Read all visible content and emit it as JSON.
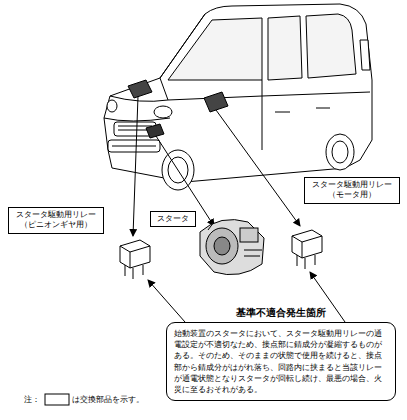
{
  "diagram": {
    "nodes": [
      {
        "text": [
          "スタータ駆動用リレー（ピニオンギヤ用）"
        ]
      },
      {
        "text": [
          "スタータ"
        ]
      },
      {
        "text": [
          "スタータ駆動用リレー（モータ用）"
        ]
      },
      {
        "text": [
          "基準不適合発生箇所",
          "始動装置のスタータにおいて、スタータ駆動用リレーの通電設定が不適切なため、接点部に錆成分が凝縮するものがある。そのため、そのままの状態で使用を続けると、接点部から錆成分がはがれ落ち、回路内に挟まると当該リレーが通電状態となりスタータが回転し続け、最悪の場合、火災に至るおそれがある。"
        ]
      }
    ],
    "labels": [
      "注：",
      "は交換部品を示す。"
    ]
  }
}
